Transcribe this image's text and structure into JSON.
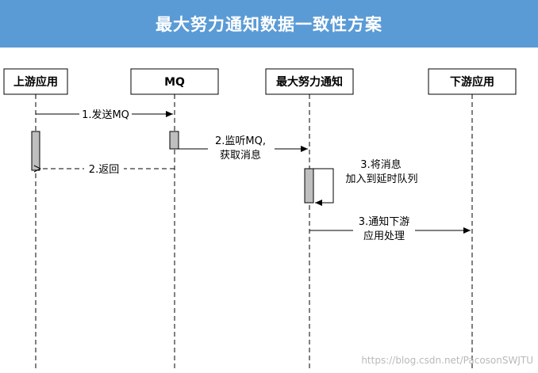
{
  "title": "最大努力通知数据一致性方案",
  "participants": [
    {
      "name": "上游应用"
    },
    {
      "name": "MQ"
    },
    {
      "name": "最大努力通知"
    },
    {
      "name": "下游应用"
    }
  ],
  "messages": [
    {
      "lines": [
        "1.发送MQ"
      ]
    },
    {
      "lines": [
        "2.监听MQ,",
        "获取消息"
      ]
    },
    {
      "lines": [
        "2.返回"
      ]
    },
    {
      "lines": [
        "3.将消息",
        "加入到延时队列"
      ]
    },
    {
      "lines": [
        "3.通知下游",
        "应用处理"
      ]
    }
  ],
  "watermark": "https://blog.csdn.net/PacosonSWJTU",
  "colors": {
    "banner": "#5b9bd5",
    "activation": "#bfbfbf"
  }
}
